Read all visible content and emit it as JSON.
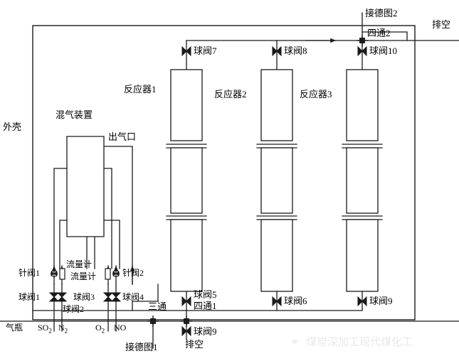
{
  "diagram": {
    "title_watermark": "煤炭深加工现代煤化工",
    "shell_label": "外壳",
    "mixer": {
      "title": "混气装置",
      "outlet_label": "出气口"
    },
    "reactors": [
      {
        "name": "反应器1"
      },
      {
        "name": "反应器2"
      },
      {
        "name": "反应器3"
      }
    ],
    "top": {
      "vent_label": "排空",
      "connect_label": "接德图2",
      "cross_label": "四通2",
      "valves": [
        {
          "label": "球阀7"
        },
        {
          "label": "球阀8"
        },
        {
          "label": "球阀10"
        }
      ]
    },
    "bottom": {
      "tee_label": "三通",
      "cross_label": "四通1",
      "connect_label": "接德图1",
      "vent_label": "排空",
      "valves": [
        {
          "label": "球阀5"
        },
        {
          "label": "球阀6"
        },
        {
          "label": "球阀9"
        },
        {
          "label": "球阀9"
        }
      ]
    },
    "gas_panel": {
      "source_label": "气瓶",
      "gases": [
        {
          "formula": "SO",
          "sub": "2"
        },
        {
          "formula": "N",
          "sub": "2"
        },
        {
          "formula": "O",
          "sub": "2"
        },
        {
          "formula": "NO",
          "sub": ""
        }
      ],
      "needle_valves": [
        {
          "label": "针阀1"
        },
        {
          "label": "针阀2"
        }
      ],
      "flow_meters": [
        {
          "label": "流量计"
        },
        {
          "label": "流量计"
        }
      ],
      "ball_valves": [
        {
          "label": "球阀1"
        },
        {
          "label": "球阀2"
        },
        {
          "label": "球阀3"
        },
        {
          "label": "球阀4"
        }
      ]
    },
    "colors": {
      "line": "#1a1a1a",
      "background": "#ffffff",
      "watermark": "#e9e9e9"
    }
  }
}
